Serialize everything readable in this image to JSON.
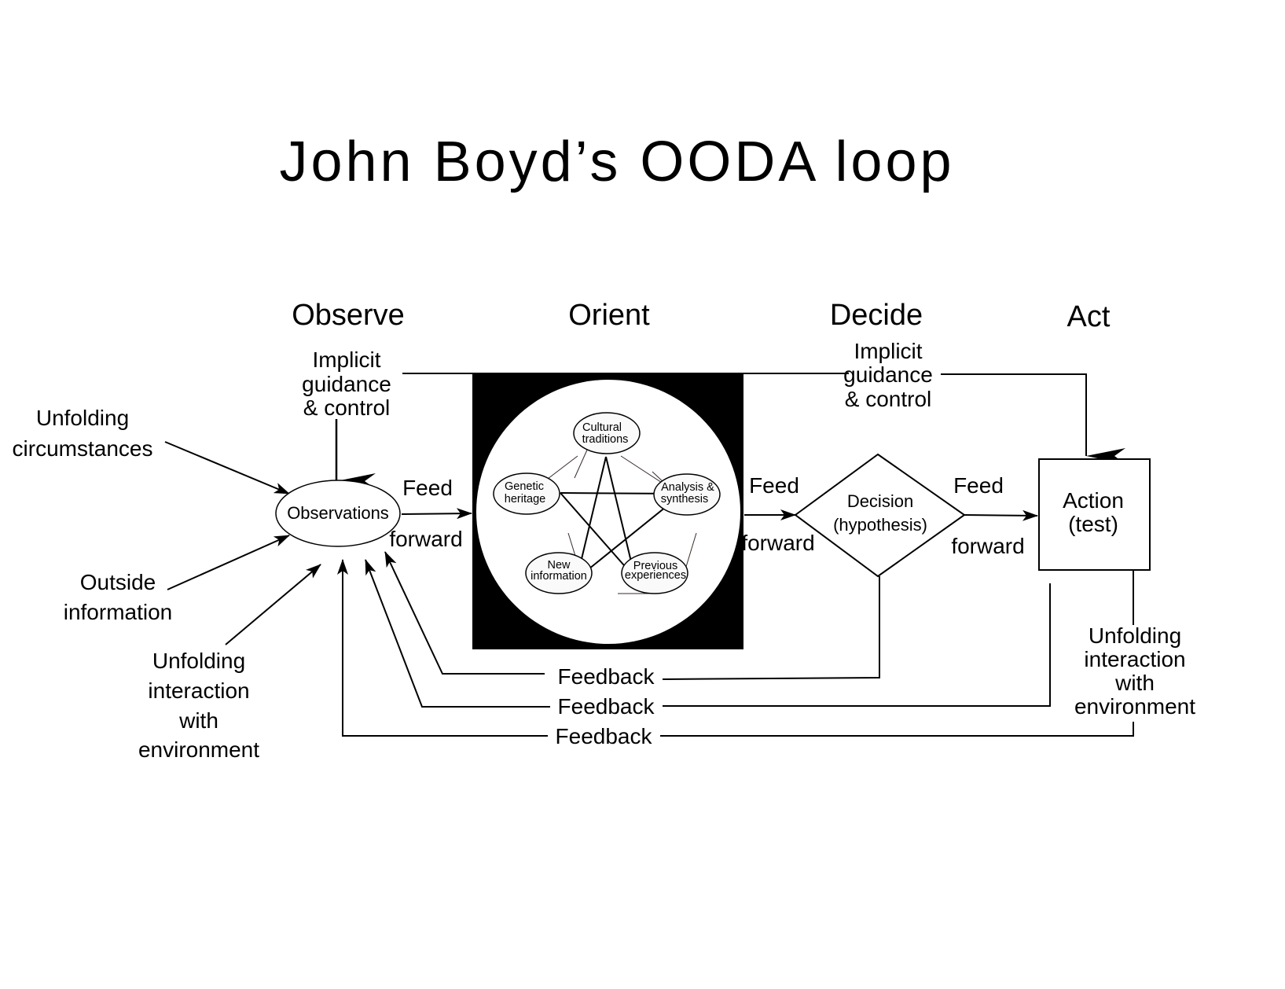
{
  "title": "John Boyd’s OODA loop",
  "phases": {
    "observe": "Observe",
    "orient": "Orient",
    "decide": "Decide",
    "act": "Act"
  },
  "observe": {
    "implicit_guidance": [
      "Implicit",
      "guidance",
      "& control"
    ],
    "unfolding_circumstances": [
      "Unfolding",
      "circumstances"
    ],
    "outside_information": [
      "Outside",
      "information"
    ],
    "unfolding_interaction": [
      "Unfolding",
      "interaction",
      "with",
      "environment"
    ],
    "observations": "Observations",
    "feed_forward": [
      "Feed",
      "forward"
    ]
  },
  "orient": {
    "nodes": {
      "cultural": [
        "Cultural",
        "traditions"
      ],
      "genetic": [
        "Genetic",
        "heritage"
      ],
      "analysis": [
        "Analysis &",
        "synthesis"
      ],
      "new_info": [
        "New",
        "information"
      ],
      "previous": [
        "Previous",
        "experiences"
      ]
    },
    "feed_forward": [
      "Feed",
      "forward"
    ]
  },
  "decide": {
    "implicit_guidance": [
      "Implicit",
      "guidance",
      "& control"
    ],
    "decision": [
      "Decision",
      "(hypothesis)"
    ],
    "feed_forward": [
      "Feed",
      "forward"
    ]
  },
  "act": {
    "action": [
      "Action",
      "(test)"
    ],
    "unfolding_interaction": [
      "Unfolding",
      "interaction",
      "with",
      "environment"
    ]
  },
  "feedback": [
    "Feedback",
    "Feedback",
    "Feedback"
  ]
}
